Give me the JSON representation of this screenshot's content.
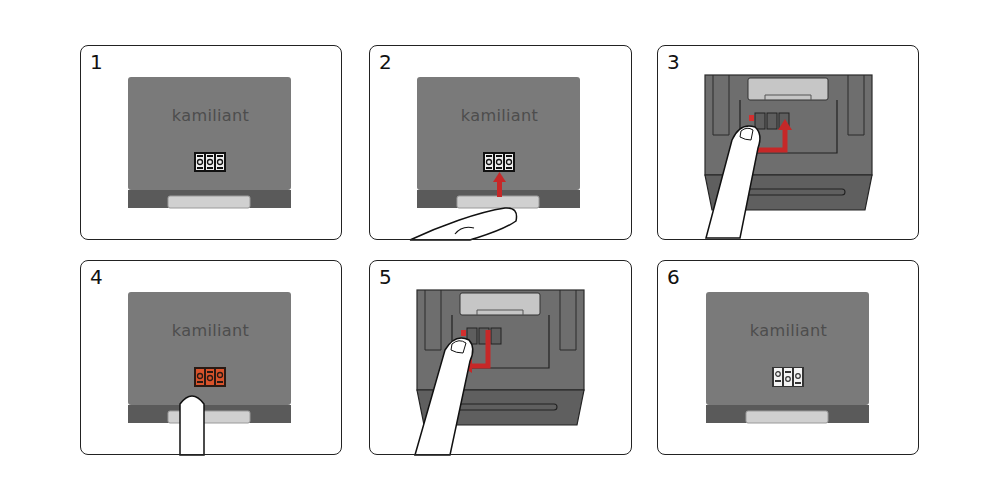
{
  "diagram": {
    "nodes": [
      {
        "text": [
          "1"
        ]
      },
      {
        "text": [
          "kamiliant"
        ],
        "in": 0
      },
      {
        "text": [
          "2"
        ]
      },
      {
        "text": [
          "kamiliant"
        ],
        "in": 2
      },
      {
        "text": [
          "3"
        ]
      },
      {
        "text": [
          "4"
        ]
      },
      {
        "text": [
          "kamiliant"
        ],
        "in": 5
      },
      {
        "text": [
          "5"
        ]
      },
      {
        "text": [
          "6"
        ]
      },
      {
        "text": [
          "kamiliant"
        ],
        "in": 8
      }
    ]
  }
}
